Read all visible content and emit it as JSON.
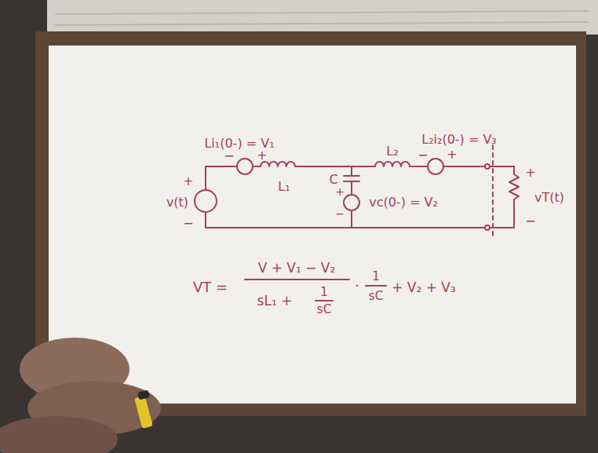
{
  "diagram": {
    "labels": [
      "Li₁(0-) = V₁",
      "−",
      "+",
      "+",
      "v(t)",
      "−",
      "L₁",
      "C",
      "+",
      "vc(0-) = V₂",
      "−",
      "L₂",
      "L₂i₂(0-) = V₃",
      "−",
      "+",
      "+",
      "vT(t)",
      "−",
      "VT =",
      "V + V₁ − V₂",
      "sL₁ +",
      "1",
      "sC",
      "·",
      "1",
      "sC",
      "+ V₂ + V₃"
    ]
  }
}
